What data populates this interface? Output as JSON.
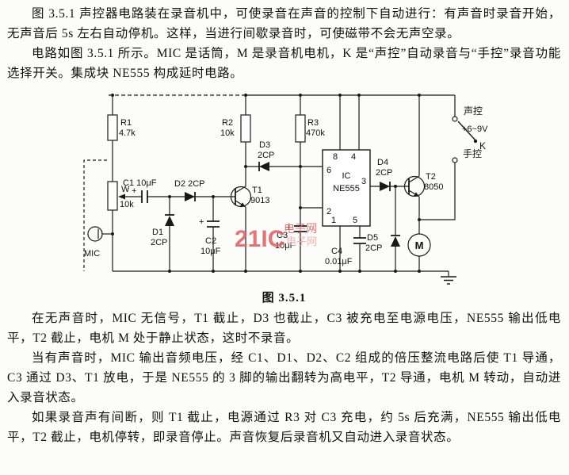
{
  "doc": {
    "top_paragraphs": [
      "图 3.5.1 声控器电路装在录音机中，可使录音在声音的控制下自动进行：有声音时录音开始，无声音后 5s 左右自动停机。这样，当进行间歇录音时，可使磁带不会无声空录。",
      "电路如图 3.5.1 所示。MIC 是话筒，M 是录音机电机，K 是“声控”自动录音与“手控”录音功能选择开关。集成块 NE555 构成延时电路。"
    ],
    "bottom_paragraphs": [
      "在无声音时，MIC 无信号，T1 截止，D3 也截止，C3 被充电至电源电压，NE555 输出低电平，T2 截止，电机 M 处于静止状态，这时不录音。",
      "当有声音时，MIC 输出音频电压，经 C1、D1、D2、C2 组成的倍压整流电路后使 T1 导通，C3 通过 D3、T1 放电，于是 NE555 的 3 脚的输出翻转为高电平，T2 导通，电机 M 转动，自动进入录音状态。",
      "如果录音声有间断，则 T1 截止，电源通过 R3 对 C3 充电，约 5s 后充满，NE555 输出低电平，T2 截止，电机停转，即录音停止。声音恢复后录音机又自动进入录音状态。"
    ]
  },
  "figure": {
    "caption": "图 3.5.1",
    "watermark": {
      "big": "21IC",
      "small": "电子网",
      "color": "#dd5f5f"
    },
    "labels": {
      "r1_name": "R1",
      "r1_val": "4.7k",
      "r2_name": "R2",
      "r2_val": "10k",
      "r3_name": "R3",
      "r3_val": "470k",
      "w_name": "W",
      "w_val": "10k",
      "mic": "MIC",
      "c1": "C1 10μF",
      "plus": "+",
      "d1_name": "D1",
      "d1_val": "2CP",
      "d2": "D2 2CP",
      "c2_name": "C2",
      "c2_val": "10μF",
      "t1_name": "T1",
      "t1_val": "9013",
      "d3_name": "D3",
      "d3_val": "2CP",
      "ic_name": "IC",
      "ic_val": "NE555",
      "pin1": "1",
      "pin2": "2",
      "pin3": "3",
      "pin4": "4",
      "pin5": "5",
      "pin6": "6",
      "pin8": "8",
      "c3_name": "C3",
      "c3_val": "10μF",
      "c4_name": "C4",
      "c4_val": "0.01μF",
      "d4_name": "D4",
      "d4_val": "2CP",
      "d5_name": "D5",
      "d5_val": "2CP",
      "t2_name": "T2",
      "t2_val": "8050",
      "motor": "M",
      "sw_voice": "声控",
      "sw_manual": "手控",
      "sw_k": "K",
      "supply": "+6~9V"
    }
  }
}
